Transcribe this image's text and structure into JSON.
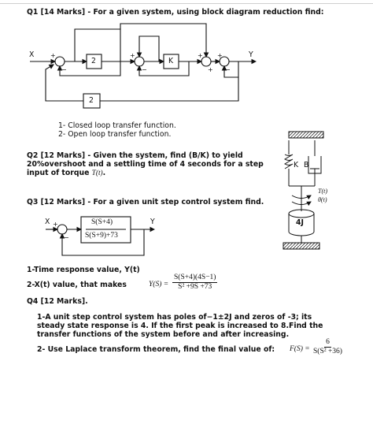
{
  "q1": {
    "title": "Q1 [14 Marks] - For a given system, using block diagram reduction find:",
    "diagram": {
      "input_label": "X",
      "output_label": "Y",
      "block_top_left": "2",
      "block_k": "K",
      "block_bottom": "2"
    },
    "items": [
      "1- Closed loop transfer function.",
      "2- Open loop transfer function."
    ]
  },
  "q2": {
    "line1": "Q2 [12 Marks] - Given the system, find (B/K) to yield",
    "line2": "20%overshoot and a settling time of 4 seconds for a step",
    "line3_prefix": "input of torque ",
    "line3_math": "T(t)",
    "line3_suffix": ".",
    "figure": {
      "k_label": "K",
      "b_label": "B",
      "torque_label": "T(t)",
      "theta_label": "θ(t)",
      "inertia_label": "4J"
    }
  },
  "q3": {
    "title": "Q3 [12 Marks] - For a given unit step control system find.",
    "diagram": {
      "input_label": "X",
      "output_label": "Y",
      "block_top": "S(S+4)",
      "block_bottom": "S(S+9)+73"
    },
    "item1": "1-Time response value, Y(t)",
    "item2_prefix": "2-X(t) value, that makes ",
    "item2_lhs": "Y(S) =",
    "item2_num": "S(S+4)(4S−1)",
    "item2_den": "S² +9S +73"
  },
  "q4": {
    "title": "Q4 [12 Marks].",
    "para1_l1": "1-A unit step control system has poles of−1±2J and zeros of -3; its",
    "para1_l2": "steady state response is 4. If the first peak is increased to 8.Find the",
    "para1_l3": "transfer functions of the system before and after increasing.",
    "item2_prefix": "2- Use Laplace transform theorem, find the final value of: ",
    "item2_lhs": "F(S) =",
    "item2_num": "6",
    "item2_den": "S(S² +36)"
  }
}
